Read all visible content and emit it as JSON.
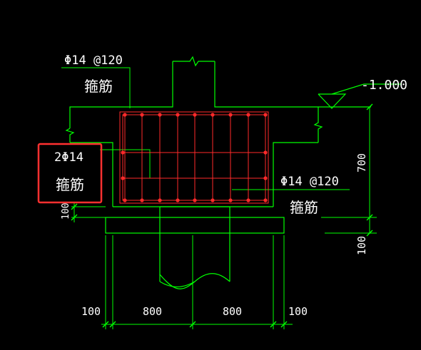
{
  "colors": {
    "background": "#000000",
    "outline": "#00ff00",
    "rebar": "#ff2a2a",
    "text": "#ffffff",
    "highlight_box": "#ff3030"
  },
  "annotations": {
    "top_spec": "Φ14 @120",
    "top_type": "箍筋",
    "left_spec": "2Φ14",
    "left_type": "箍筋",
    "right_spec": "Φ14 @120",
    "right_type": "箍筋",
    "elevation": "-1.000"
  },
  "dimensions": {
    "left_100": "100",
    "span_800_left": "800",
    "span_800_right": "800",
    "right_100": "100",
    "height_700": "700",
    "height_100": "100",
    "left_side_100": "100"
  }
}
